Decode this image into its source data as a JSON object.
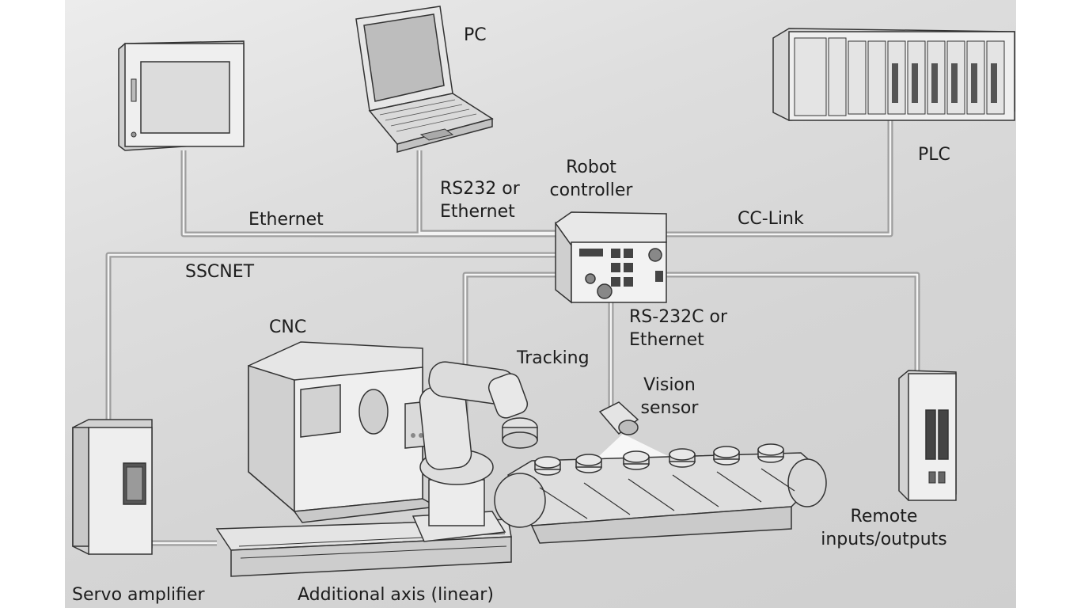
{
  "devices": {
    "pc": "PC",
    "robot_controller": [
      "Robot",
      "controller"
    ],
    "plc": "PLC",
    "cnc": "CNC",
    "vision_sensor": [
      "Vision",
      "sensor"
    ],
    "servo_amplifier": "Servo amplifier",
    "additional_axis": "Additional axis (linear)",
    "remote_io": [
      "Remote",
      "inputs/outputs"
    ]
  },
  "links": {
    "ethernet": "Ethernet",
    "rs232_or_ethernet": [
      "RS232 or",
      "Ethernet"
    ],
    "cc_link": "CC-Link",
    "sscnet": "SSCNET",
    "tracking": "Tracking",
    "rs232c_or_ethernet": [
      "RS-232C or",
      "Ethernet"
    ]
  },
  "colors": {
    "cable": "#a0a0a0",
    "cable_core": "#f4f4f4",
    "device_fill": "#f3f3f3",
    "device_stroke": "#333333",
    "label_text": "#1d1d1d"
  }
}
